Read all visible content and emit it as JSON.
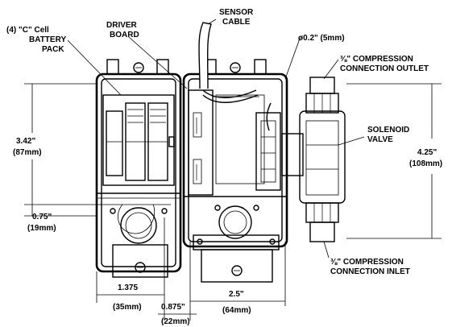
{
  "labels": {
    "battery_line1": "(4) \"C\" Cell",
    "battery_line2": "BATTERY",
    "battery_line3": "PACK",
    "driver_line1": "DRIVER",
    "driver_line2": "BOARD",
    "sensor_line1": "SENSOR",
    "sensor_line2": "CABLE",
    "hole": "ø0.2\" (5mm)",
    "outlet_line1": "⅜\" COMPRESSION",
    "outlet_line2": "CONNECTION OUTLET",
    "solenoid_line1": "SOLENOID",
    "solenoid_line2": "VALVE",
    "inlet_line1": "⅜\" COMPRESSION",
    "inlet_line2": "CONNECTION INLET"
  },
  "dimensions": {
    "height_342_in": "3.42\"",
    "height_342_mm": "(87mm)",
    "height_075_in": "0.75\"",
    "height_075_mm": "(19mm)",
    "height_425_in": "4.25\"",
    "height_425_mm": "(108mm)",
    "width_1375_in": "1.375",
    "width_1375_mm": "(35mm)",
    "width_0875_in": "0.875\"",
    "width_0875_mm": "(22mm)",
    "width_25_in": "2.5\"",
    "width_25_mm": "(64mm)"
  }
}
